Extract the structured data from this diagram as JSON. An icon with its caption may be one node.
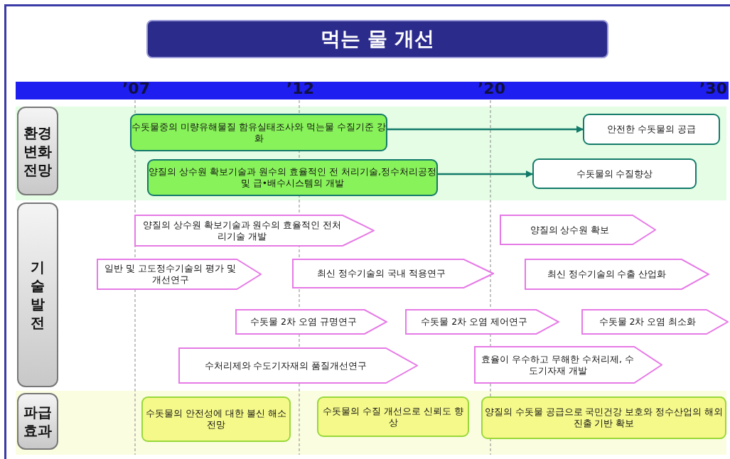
{
  "diagram": {
    "title": "먹는 물 개선",
    "nodes": [
      {
        "text": [
          "환경 변화 전망"
        ]
      },
      {
        "text": [
          "수돗물중의 미량유해물질 함유실태조사와 먹는물 수질기준 강화"
        ]
      },
      {
        "text": [
          "안전한 수돗물의 공급"
        ]
      },
      {
        "text": [
          "양질의 상수원 확보기술과 원수의 효율적인 전 처리기술,정수처리공정 및 급•배수시스템의 개발"
        ]
      },
      {
        "text": [
          "수돗물의 수질향상"
        ]
      },
      {
        "text": [
          "기 술 발 전"
        ]
      },
      {
        "text": [
          "양질의 상수원 확보기술과 원수의 효율적인 전처리기술 개발"
        ]
      },
      {
        "text": [
          "양질의 상수원 확보"
        ]
      },
      {
        "text": [
          "일반 및 고도정수기술의 평가 및 개선연구"
        ]
      },
      {
        "text": [
          "최신 정수기술의 국내 적용연구"
        ]
      },
      {
        "text": [
          "최신 정수기술의 수출 산업화"
        ]
      },
      {
        "text": [
          "수돗물 2차 오염 규명연구"
        ]
      },
      {
        "text": [
          "수돗물 2차 오염 제어연구"
        ]
      },
      {
        "text": [
          "수돗물 2차 오염 최소화"
        ]
      },
      {
        "text": [
          "수처리제와 수도기자재의 품질개선연구"
        ]
      },
      {
        "text": [
          "효율이 우수하고 무해한 수처리제, 수도기자재 개발"
        ]
      },
      {
        "text": [
          "파급 효과"
        ]
      },
      {
        "text": [
          "수돗물의 안전성에 대한 불신 해소 전망"
        ]
      },
      {
        "text": [
          "수돗물의 수질 개선으로 신뢰도 향상"
        ]
      },
      {
        "text": [
          "양질의 수돗물 공급으로 국민건강 보호와 정수산업의 해외진출 기반 확보"
        ]
      }
    ],
    "edges": [
      {
        "from": 1,
        "to": 2,
        "arrow": "to"
      },
      {
        "from": 3,
        "to": 4,
        "arrow": "to"
      }
    ],
    "labels": [
      "’07",
      "’12",
      "’20",
      "’30"
    ]
  }
}
